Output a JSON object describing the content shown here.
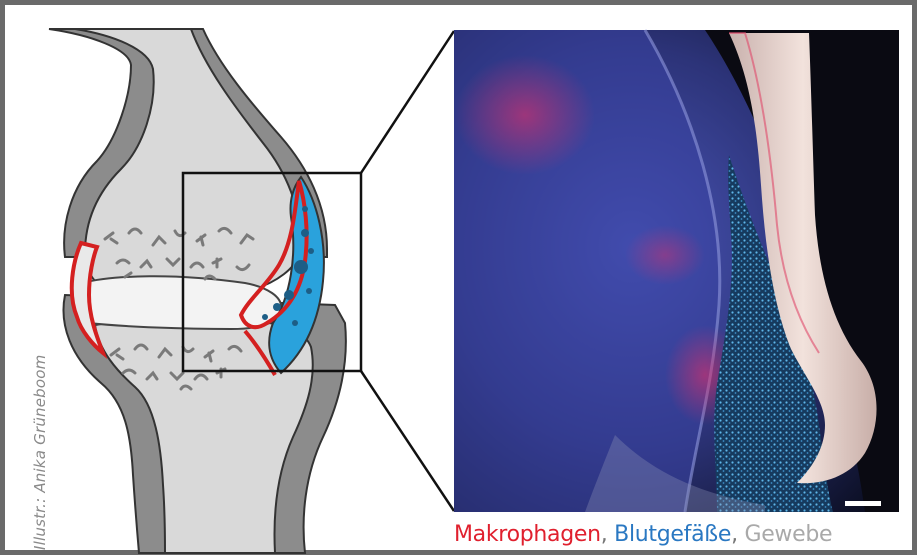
{
  "credit": "Illustr.: Anika Grüneboom",
  "legend": {
    "items": [
      {
        "label": "Makrophagen",
        "color": "#e0202e"
      },
      {
        "label": "Blutgefäße",
        "color": "#2a78c2"
      },
      {
        "label": "Gewebe",
        "color": "#a9a9a9"
      }
    ],
    "separator": ", "
  },
  "colors": {
    "frame": "#6a6a6a",
    "bone": "#d9d9d9",
    "cortex": "#8c8c8c",
    "macrophage_lining": "#d42020",
    "vessels": "#2aa2dc",
    "vessel_spots": "#1d5e86"
  }
}
